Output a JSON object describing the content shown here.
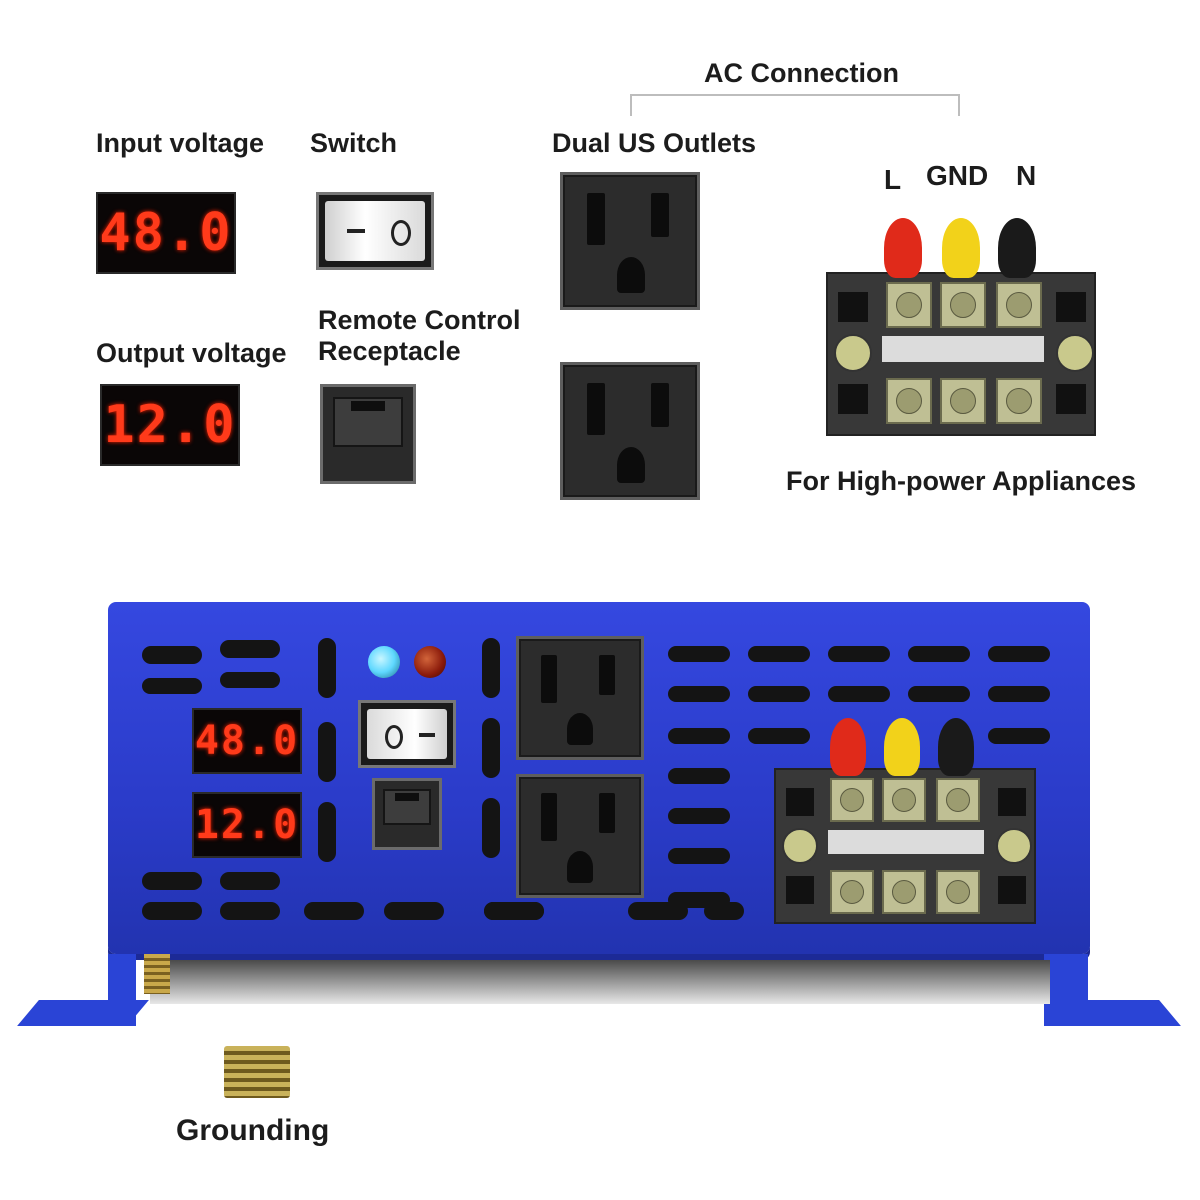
{
  "labels": {
    "input_voltage": "Input voltage",
    "switch": "Switch",
    "dual_outlets": "Dual US Outlets",
    "ac_connection": "AC Connection",
    "output_voltage": "Output voltage",
    "remote_control_line1": "Remote Control",
    "remote_control_line2": "Receptacle",
    "high_power": "For High-power Appliances",
    "grounding": "Grounding",
    "terminal_l": "L",
    "terminal_gnd": "GND",
    "terminal_n": "N"
  },
  "displays": {
    "input_value": "48.0",
    "output_value": "12.0"
  },
  "colors": {
    "panel_blue": "#2a3fd0",
    "display_red": "#ff3a1a",
    "lug_red": "#e02a1a",
    "lug_yellow": "#f2d21a",
    "lug_black": "#1a1a1a",
    "led_blue": "#5fd8ff",
    "led_red": "#8a1a0a"
  },
  "icons": {
    "switch": "rocker-switch-icon",
    "outlet": "us-outlet-icon",
    "remote": "rj-port-icon",
    "terminal": "terminal-block-icon",
    "ground": "ground-bolt-icon"
  }
}
